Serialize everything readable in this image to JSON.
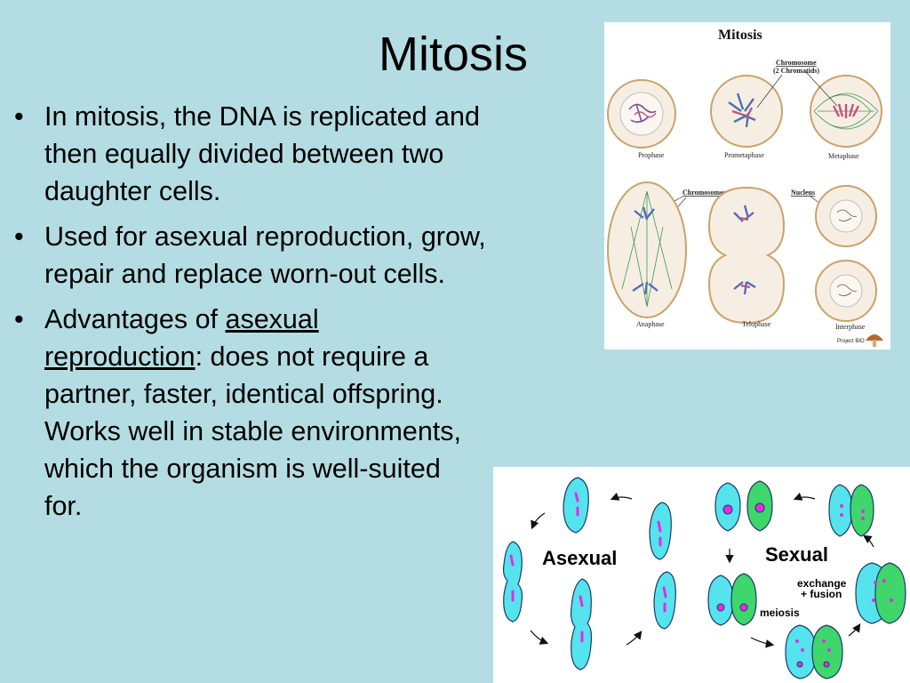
{
  "slide": {
    "title": "Mitosis",
    "bullets": [
      {
        "parts": [
          {
            "text": "In mitosis, the DNA is replicated and then equally divided between two daughter cells.",
            "underline": false
          }
        ]
      },
      {
        "parts": [
          {
            "text": "Used for asexual reproduction, grow, repair and replace worn-out cells.",
            "underline": false
          }
        ]
      },
      {
        "parts": [
          {
            "text": "Advantages of ",
            "underline": false
          },
          {
            "text": "asexual reproduction",
            "underline": true
          },
          {
            "text": ": does not require a partner, faster, identical offspring.  Works well in stable environments, which the organism is well-suited for.",
            "underline": false
          }
        ]
      }
    ]
  },
  "mitosis_figure": {
    "title": "Mitosis",
    "callouts": {
      "chromosome": "Chromosome",
      "chromatids": "(2 Chromatids)",
      "chromosomes": "Chromosomes",
      "nucleus": "Nucleus"
    },
    "stages": {
      "prophase": "Prophase",
      "prometaphase": "Prometaphase",
      "metaphase": "Metaphase",
      "anaphase": "Anaphase",
      "telophase": "Telophase",
      "interphase": "Interphase"
    },
    "credit": "Project BIO"
  },
  "reproduction_figure": {
    "asexual_label": "Asexual",
    "sexual_label": "Sexual",
    "exchange_label": "exchange",
    "fusion_label": "+ fusion",
    "meiosis_label": "meiosis",
    "colors": {
      "cyan": "#55e3ee",
      "green": "#3fd66c",
      "magenta": "#e62ae6",
      "outline": "#1a3a6a"
    }
  }
}
